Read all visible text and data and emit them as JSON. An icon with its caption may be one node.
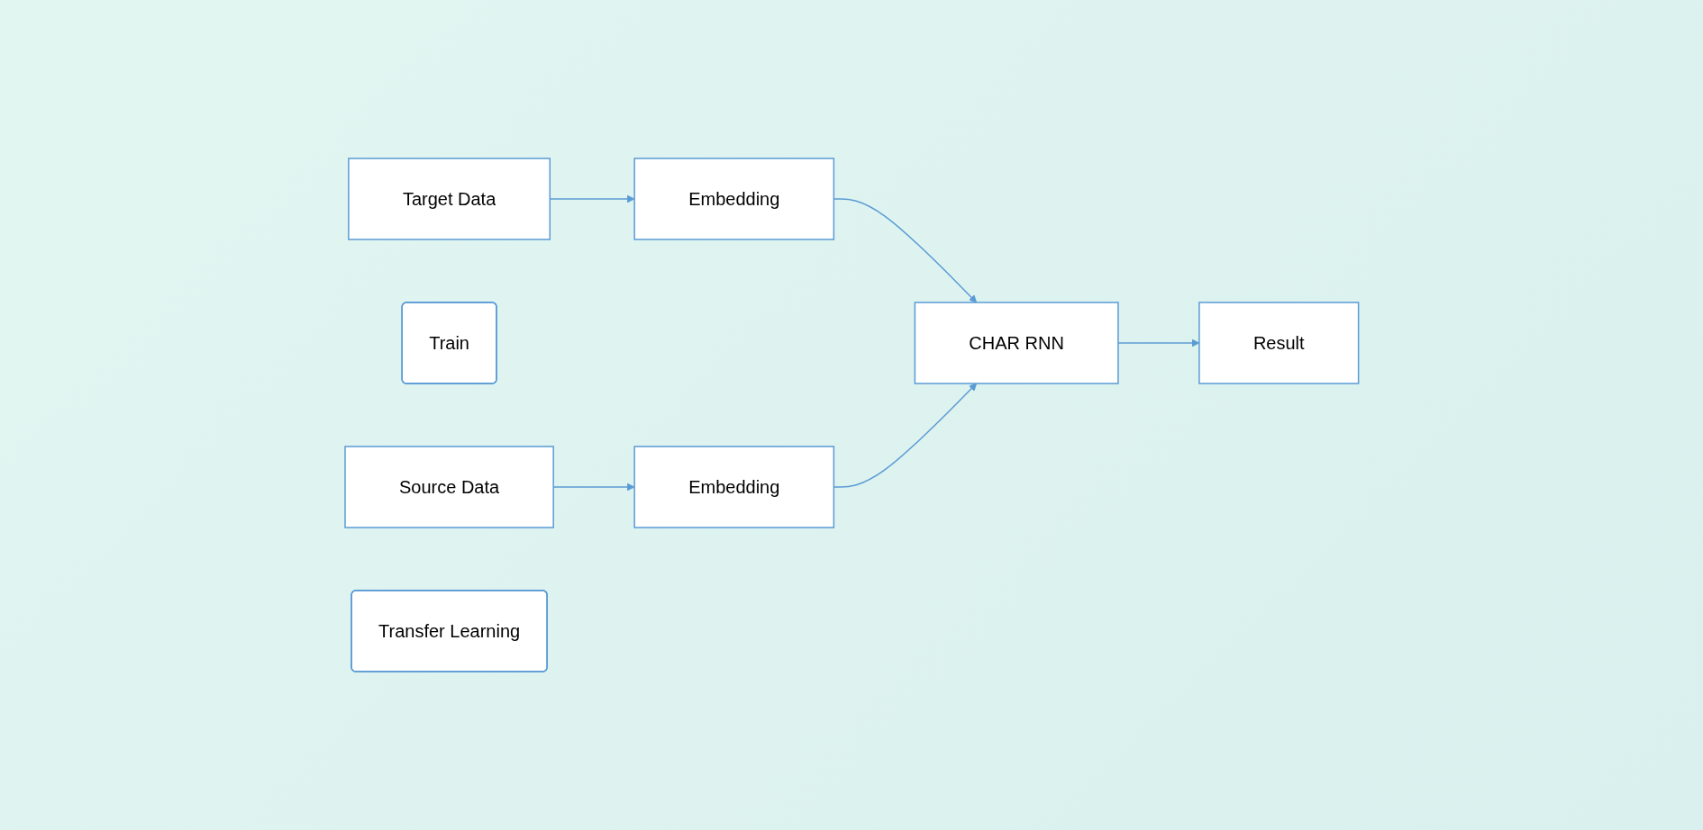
{
  "diagram": {
    "nodes": [
      {
        "text": [
          "Target Data"
        ]
      },
      {
        "text": [
          "Embedding"
        ]
      },
      {
        "text": [
          "Train"
        ]
      },
      {
        "text": [
          "CHAR RNN"
        ]
      },
      {
        "text": [
          "Result"
        ]
      },
      {
        "text": [
          "Source Data"
        ]
      },
      {
        "text": [
          "Embedding"
        ]
      },
      {
        "text": [
          "Transfer Learning"
        ]
      }
    ],
    "edges": [
      {
        "from": 0,
        "to": 1,
        "arrow": "to"
      },
      {
        "from": 1,
        "to": 3,
        "arrow": "to"
      },
      {
        "from": 6,
        "to": 3,
        "arrow": "to"
      },
      {
        "from": 3,
        "to": 4,
        "arrow": "to"
      },
      {
        "from": 5,
        "to": 6,
        "arrow": "to"
      }
    ]
  }
}
